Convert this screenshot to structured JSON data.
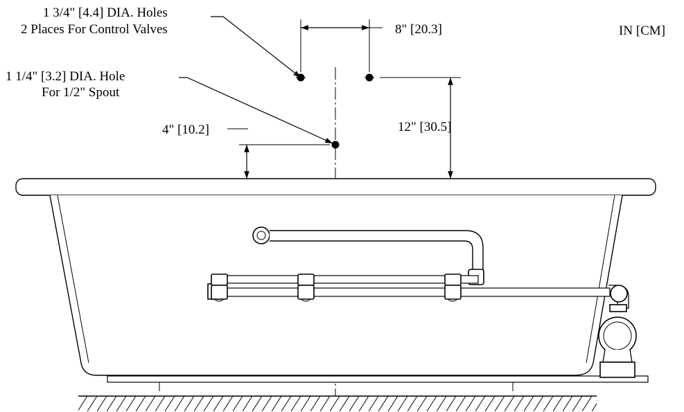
{
  "units_label": "IN [CM]",
  "callouts": {
    "control_valve_holes": {
      "line1": "1 3/4\" [4.4] DIA. Holes",
      "line2": "2 Places For Control Valves"
    },
    "spout_hole": {
      "line1": "1 1/4\" [3.2] DIA. Hole",
      "line2": "For 1/2\" Spout"
    }
  },
  "dimensions": {
    "valve_spacing": "8\" [20.3]",
    "valve_height": "12\" [30.5]",
    "spout_height": "4\" [10.2]"
  }
}
